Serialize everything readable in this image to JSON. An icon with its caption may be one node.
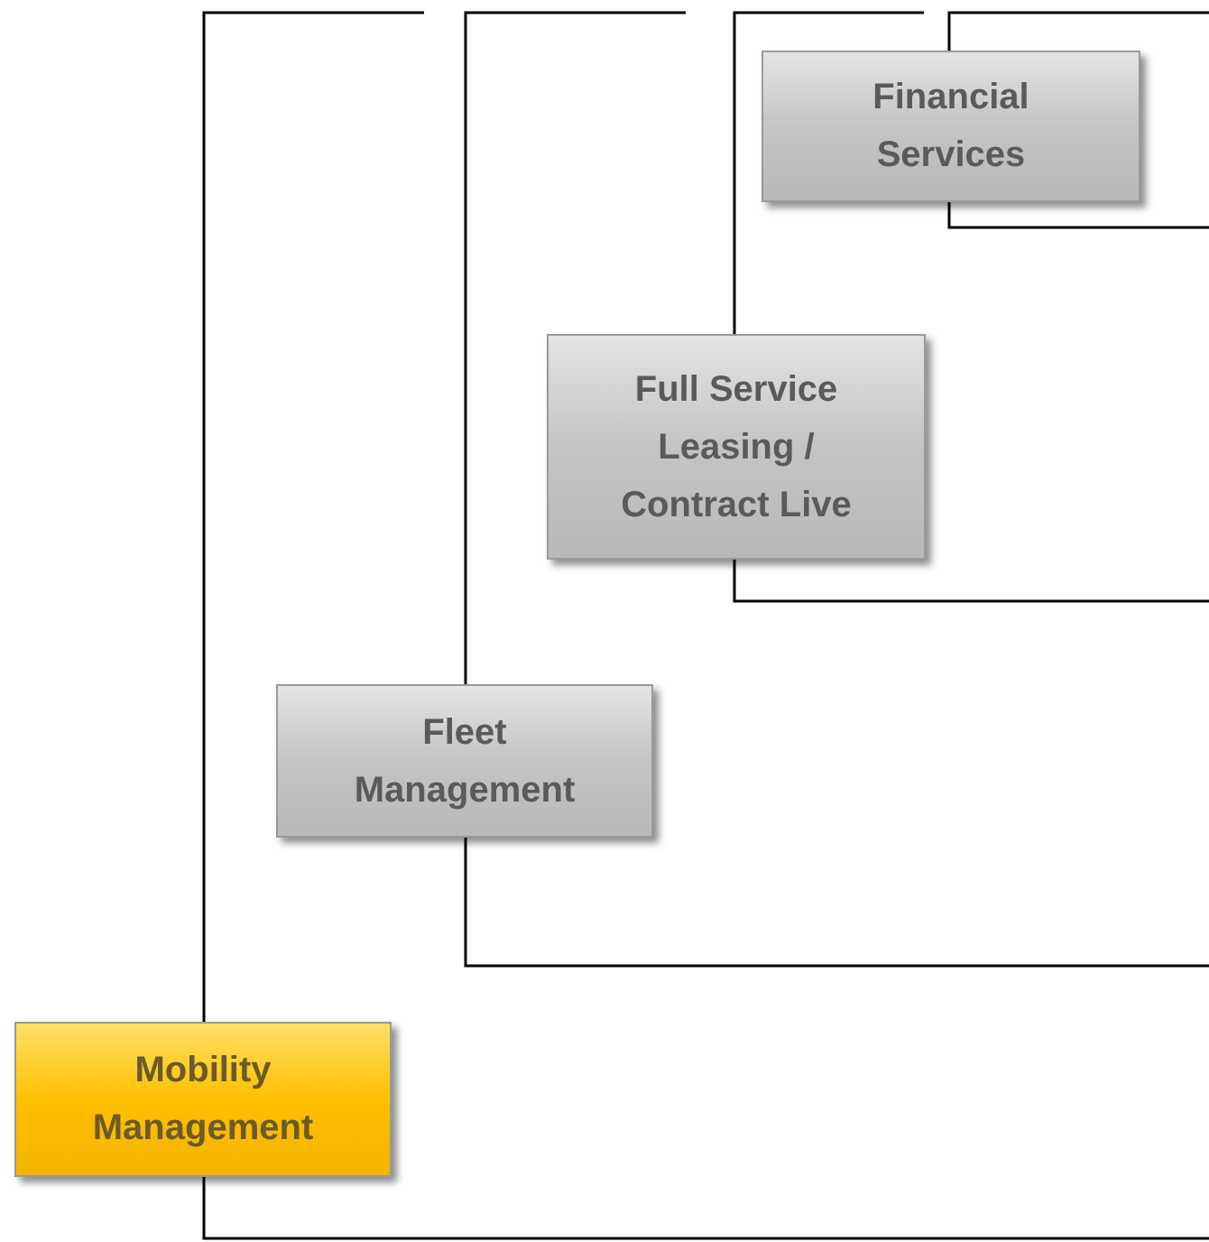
{
  "diagram": {
    "nodes": [
      {
        "text": [
          "Financial Services"
        ]
      },
      {
        "text": [
          "Full Service Leasing / Contract Live"
        ]
      },
      {
        "text": [
          "Fleet Management"
        ]
      },
      {
        "text": [
          "Mobility Management"
        ]
      }
    ]
  }
}
